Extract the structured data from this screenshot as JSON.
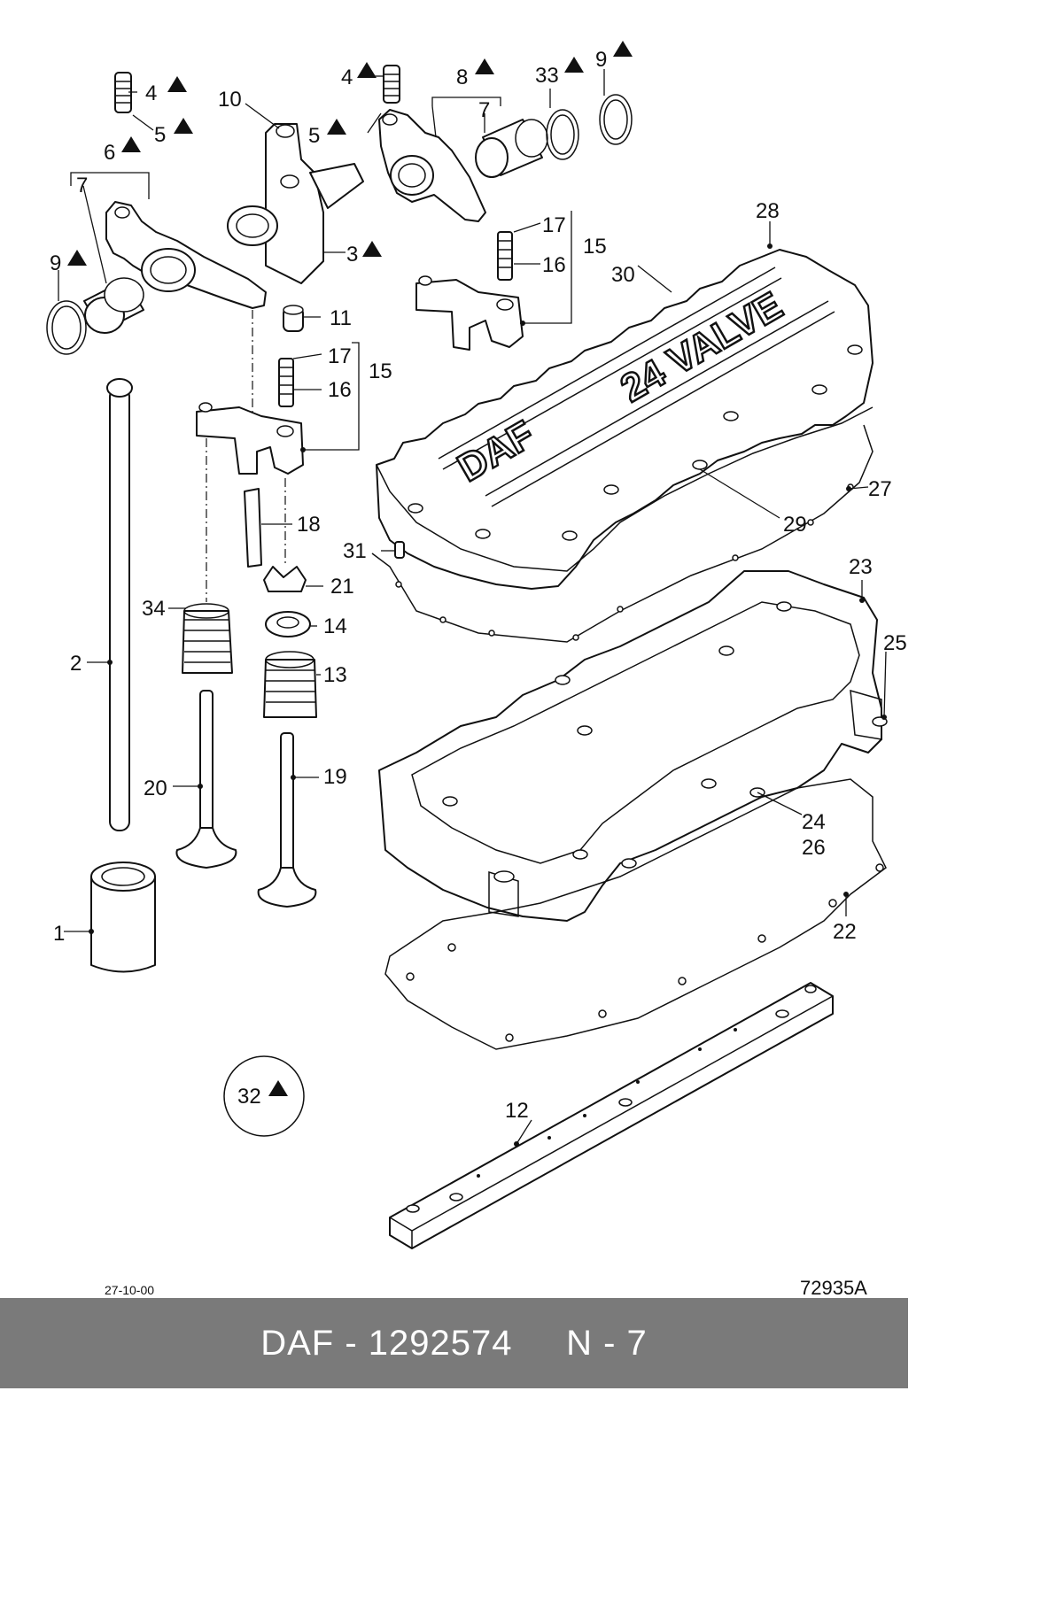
{
  "diagram": {
    "date_stamp": "27-10-00",
    "reference": "72935A",
    "emboss_brand": "DAF",
    "emboss_text": "24 VALVE",
    "callouts": {
      "n1": "1",
      "n2": "2",
      "n3": "3",
      "n4a": "4",
      "n4b": "4",
      "n5a": "5",
      "n5b": "5",
      "n6": "6",
      "n7a": "7",
      "n7b": "7",
      "n8": "8",
      "n9a": "9",
      "n9b": "9",
      "n10": "10",
      "n11": "11",
      "n12": "12",
      "n13": "13",
      "n14": "14",
      "n15a": "15",
      "n15b": "15",
      "n16a": "16",
      "n16b": "16",
      "n17a": "17",
      "n17b": "17",
      "n18": "18",
      "n19": "19",
      "n20": "20",
      "n21": "21",
      "n22": "22",
      "n23": "23",
      "n24": "24",
      "n25": "25",
      "n26": "26",
      "n27": "27",
      "n28": "28",
      "n29": "29",
      "n30": "30",
      "n31": "31",
      "n32": "32",
      "n33": "33",
      "n34": "34"
    }
  },
  "footer": {
    "label": "DAF - 1292574     N - 7"
  }
}
